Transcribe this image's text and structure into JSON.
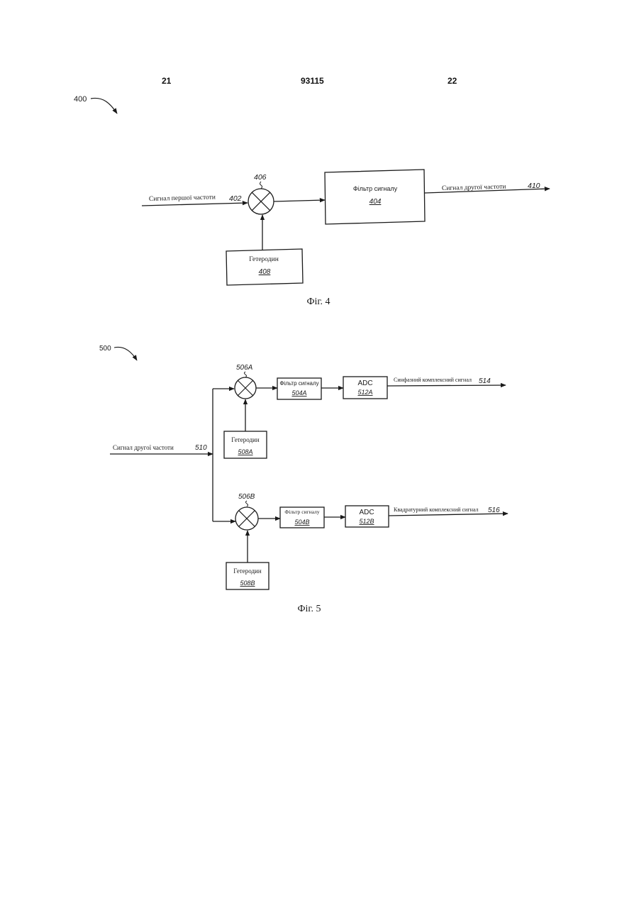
{
  "header": {
    "left_page": "21",
    "doc_number": "93115",
    "right_page": "22"
  },
  "fig4": {
    "ref": "400",
    "input_label": "Сигнал першої частоти",
    "input_ref": "402",
    "mixer_ref": "406",
    "filter_label": "Фільтр сигналу",
    "filter_ref": "404",
    "output_label": "Сигнал другої частоти",
    "output_ref": "410",
    "lo_label": "Гетеродин",
    "lo_ref": "408",
    "caption": "Фіг. 4"
  },
  "fig5": {
    "ref": "500",
    "input_label": "Сигнал другої частоти",
    "input_ref": "510",
    "top": {
      "mixer_ref": "506A",
      "filter_label": "Фільтр сигналу",
      "filter_ref": "504A",
      "adc_label": "ADC",
      "adc_ref": "512A",
      "output_label": "Синфазний комплексний сигнал",
      "output_ref": "514",
      "lo_label": "Гетеродин",
      "lo_ref": "508A"
    },
    "bottom": {
      "mixer_ref": "506B",
      "filter_label": "Фільтр сигналу",
      "filter_ref": "504B",
      "adc_label": "ADC",
      "adc_ref": "512B",
      "output_label": "Квадратурний комплексний сигнал",
      "output_ref": "516",
      "lo_label": "Гетеродин",
      "lo_ref": "508B"
    },
    "caption": "Фіг. 5"
  }
}
